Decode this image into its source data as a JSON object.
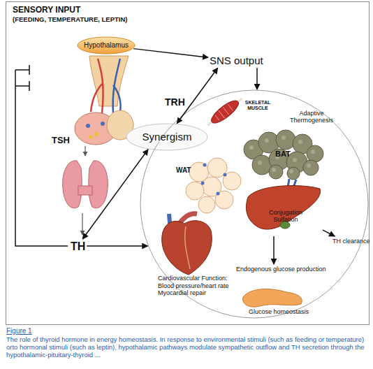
{
  "diagram": {
    "title": "Figure 1",
    "caption": "The role of thyroid hormone in energy homeostasis. In response to environmental stimuli (such as feeding or temperature) orto hormonal stimuli (such as leptin), hypothalamic pathways modulate sympathetic outflow and TH secretion through the hypothalamic-pituitary-thyroid ...",
    "nodes": [
      {
        "text": [
          "Hypothalamus"
        ]
      },
      {
        "text": [
          "SNS output"
        ]
      },
      {
        "text": [
          "Synergism"
        ]
      },
      {
        "text": [
          "TH"
        ]
      },
      {
        "text": [
          "SKELETAL MUSCLE",
          "Adaptive Thermogenesis",
          "WAT",
          "Cardiovascular Function: Blood pressure/heart rate Myocardial repair",
          "Glucose homeostasis"
        ]
      },
      {
        "text": [
          "BAT"
        ],
        "in": 4
      },
      {
        "text": [
          "Conjugation Sulfation"
        ],
        "in": 4
      },
      {
        "text": [
          "TH clearance"
        ],
        "in": 4
      },
      {
        "text": [
          "Endogenous glucose production"
        ],
        "in": 4
      }
    ],
    "edges": [
      {
        "from": 0,
        "to": 1,
        "arrow": "to"
      },
      {
        "from": 1,
        "to": 4,
        "arrow": "to"
      },
      {
        "from": 1,
        "to": 2,
        "arrow": "both"
      },
      {
        "from": 3,
        "to": 2,
        "arrow": "both"
      },
      {
        "from": 3,
        "to": 4,
        "arrow": "to"
      },
      {
        "from": 6,
        "to": 7,
        "arrow": "to"
      },
      {
        "from": 6,
        "to": 8,
        "arrow": "to"
      }
    ],
    "labels": [
      "SENSORY INPUT",
      "(FEEDING, TEMPERATURE, LEPTIN)",
      "TRH",
      "TSH"
    ]
  }
}
